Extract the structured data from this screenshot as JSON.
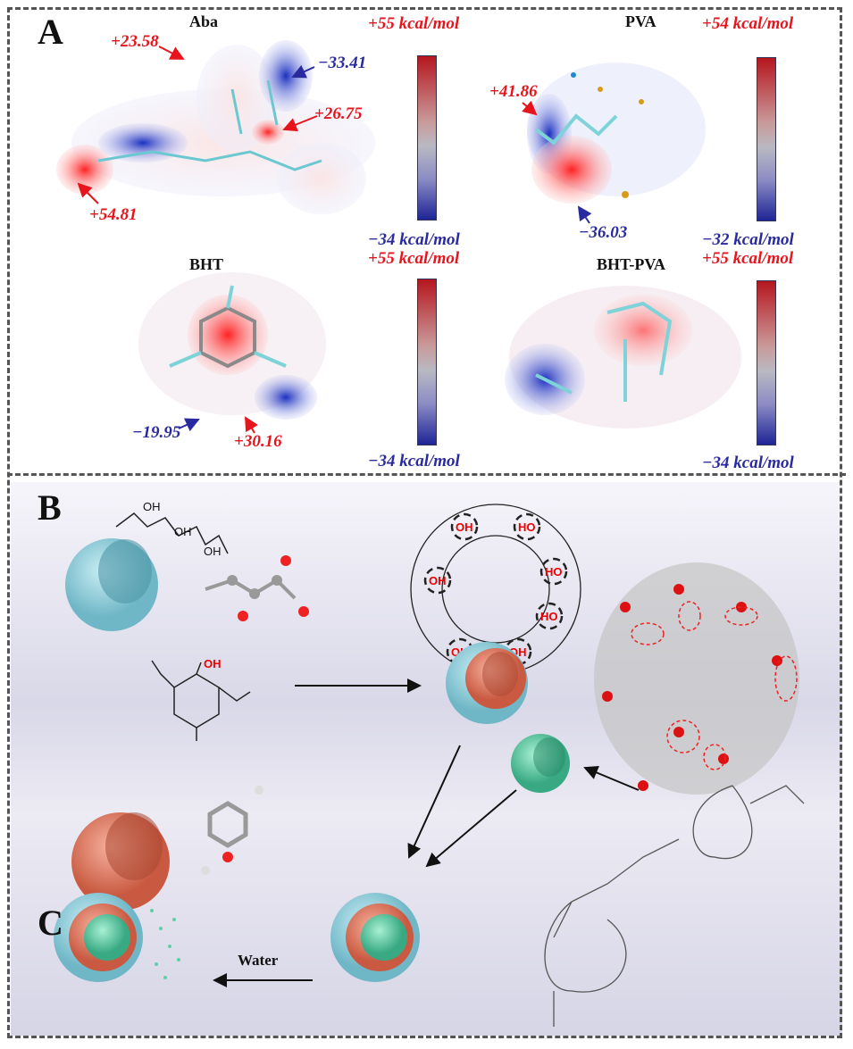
{
  "panels": {
    "a": "A",
    "b": "B",
    "c": "C"
  },
  "molecules": {
    "aba": {
      "name": "Aba",
      "max": "+55 kcal/mol",
      "min": "−34 kcal/mol",
      "labels": [
        "+23.58",
        "−33.41",
        "+26.75",
        "+54.81"
      ]
    },
    "pva": {
      "name": "PVA",
      "max": "+54 kcal/mol",
      "min": "−32 kcal/mol",
      "labels": [
        "+41.86",
        "−36.03"
      ]
    },
    "bht": {
      "name": "BHT",
      "max": "+55 kcal/mol",
      "min": "−34 kcal/mol",
      "labels": [
        "−19.95",
        "+30.16"
      ]
    },
    "bht_pva": {
      "name": "BHT-PVA",
      "max": "+55 kcal/mol",
      "min": "−34 kcal/mol"
    }
  },
  "structure_labels": {
    "oh": "OH",
    "ho": "HO"
  },
  "process": {
    "water": "Water"
  },
  "colors": {
    "positive": "#e8141c",
    "negative": "#2a2aa0",
    "shell_blue": "#8fd0dc",
    "shell_orange": "#e5775e",
    "core_green": "#5fcfa5"
  }
}
